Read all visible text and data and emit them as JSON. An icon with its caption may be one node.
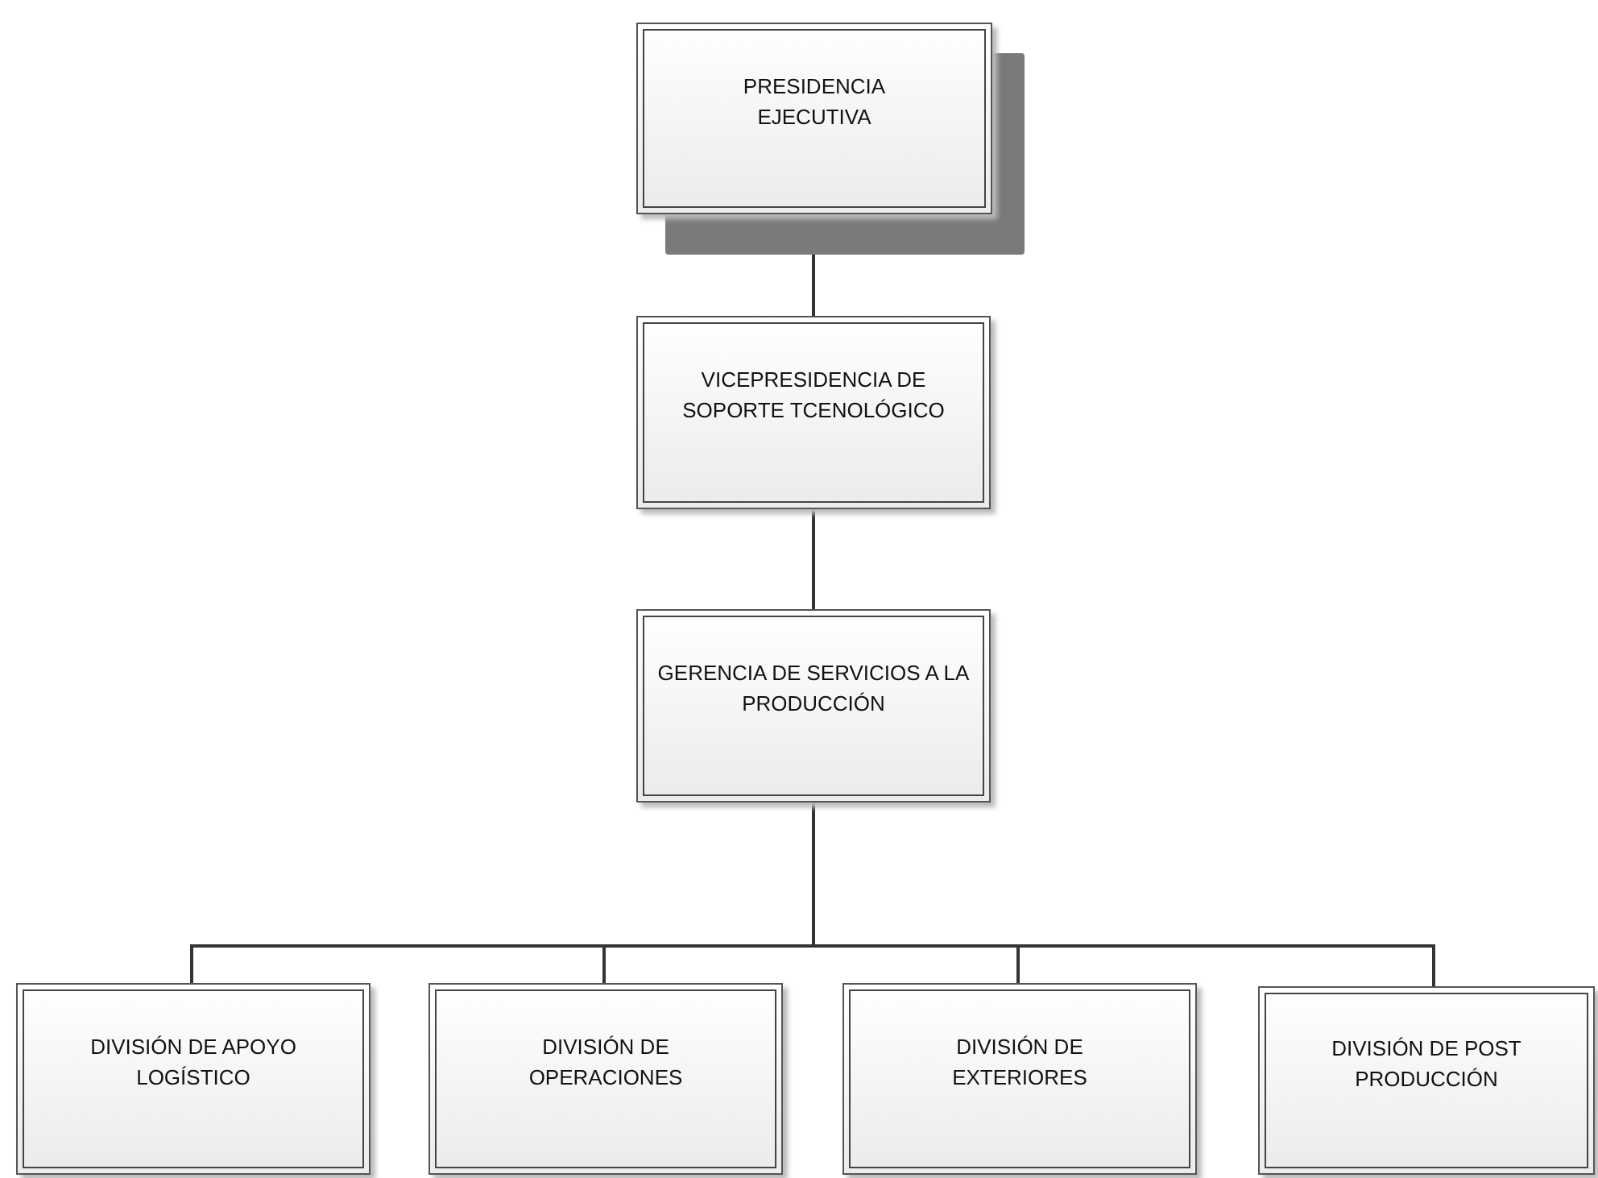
{
  "diagram": {
    "nodes": [
      {
        "text": [
          "PRESIDENCIA EJECUTIVA"
        ]
      },
      {
        "text": [
          "VICEPRESIDENCIA DE SOPORTE TCENOLÓGICO"
        ]
      },
      {
        "text": [
          "GERENCIA DE SERVICIOS A LA PRODUCCIÓN"
        ]
      },
      {
        "text": [
          "DIVISIÓN DE APOYO LOGÍSTICO"
        ]
      },
      {
        "text": [
          "DIVISIÓN DE OPERACIONES"
        ]
      },
      {
        "text": [
          "DIVISIÓN DE EXTERIORES"
        ]
      },
      {
        "text": [
          "DIVISIÓN DE POST PRODUCCIÓN"
        ]
      }
    ],
    "edges": [
      {
        "from": 0,
        "to": 1,
        "arrow": "none"
      },
      {
        "from": 1,
        "to": 2,
        "arrow": "none"
      },
      {
        "from": 2,
        "to": 3,
        "arrow": "none"
      },
      {
        "from": 2,
        "to": 4,
        "arrow": "none"
      },
      {
        "from": 2,
        "to": 5,
        "arrow": "none"
      },
      {
        "from": 2,
        "to": 6,
        "arrow": "none"
      }
    ]
  }
}
